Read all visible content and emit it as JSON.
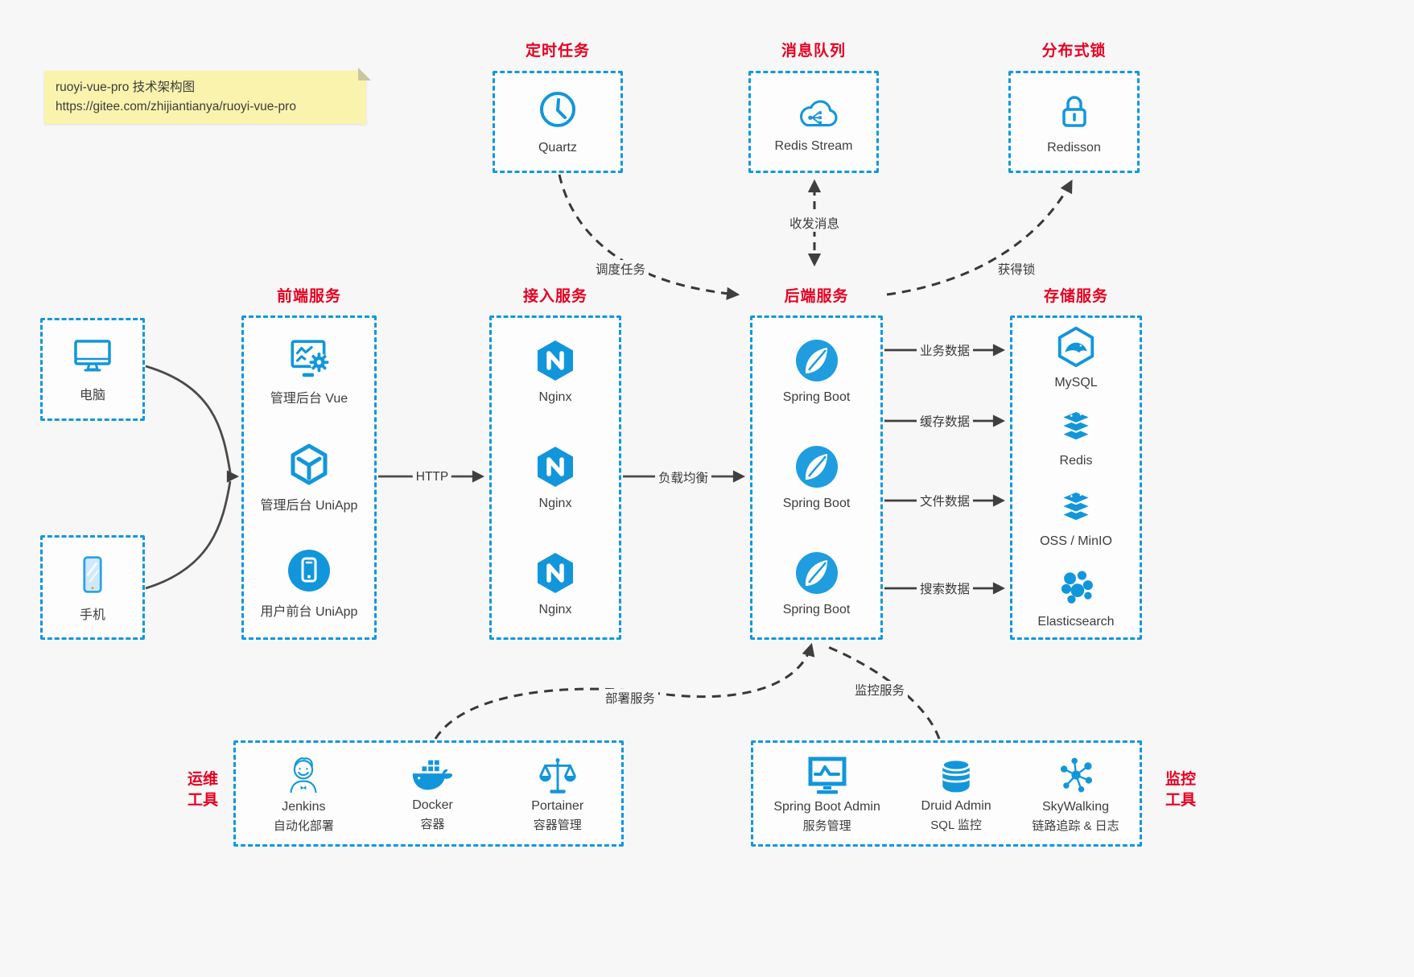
{
  "note": {
    "line1": "ruoyi-vue-pro 技术架构图",
    "line2": "https://gitee.com/zhijiantianya/ruoyi-vue-pro"
  },
  "top": {
    "quartz": {
      "title": "定时任务",
      "label": "Quartz"
    },
    "mq": {
      "title": "消息队列",
      "label": "Redis Stream"
    },
    "lock": {
      "title": "分布式锁",
      "label": "Redisson"
    }
  },
  "clients": {
    "pc": "电脑",
    "phone": "手机"
  },
  "frontend": {
    "title": "前端服务",
    "items": [
      "管理后台 Vue",
      "管理后台 UniApp",
      "用户前台 UniApp"
    ]
  },
  "gateway": {
    "title": "接入服务",
    "items": [
      "Nginx",
      "Nginx",
      "Nginx"
    ]
  },
  "backend": {
    "title": "后端服务",
    "items": [
      "Spring Boot",
      "Spring Boot",
      "Spring Boot"
    ]
  },
  "storage": {
    "title": "存储服务",
    "items": [
      "MySQL",
      "Redis",
      "OSS / MinIO",
      "Elasticsearch"
    ]
  },
  "ops": {
    "title": "运维\n工具",
    "items": [
      {
        "name": "Jenkins",
        "desc": "自动化部署"
      },
      {
        "name": "Docker",
        "desc": "容器"
      },
      {
        "name": "Portainer",
        "desc": "容器管理"
      }
    ]
  },
  "monitorTools": {
    "title": "监控\n工具",
    "items": [
      {
        "name": "Spring Boot Admin",
        "desc": "服务管理"
      },
      {
        "name": "Druid Admin",
        "desc": "SQL 监控"
      },
      {
        "name": "SkyWalking",
        "desc": "链路追踪 & 日志"
      }
    ]
  },
  "edges": {
    "schedule": "调度任务",
    "message": "收发消息",
    "lock": "获得锁",
    "http": "HTTP",
    "lb": "负载均衡",
    "business": "业务数据",
    "cache": "缓存数据",
    "file": "文件数据",
    "search": "搜索数据",
    "deploy": "部署服务",
    "monitor": "监控服务"
  },
  "colors": {
    "accent_blue": "#1296db",
    "title_red": "#e60021",
    "arrow_dark": "#3f3f3f",
    "note_bg": "#faf3ae",
    "background": "#f7f7f7"
  }
}
